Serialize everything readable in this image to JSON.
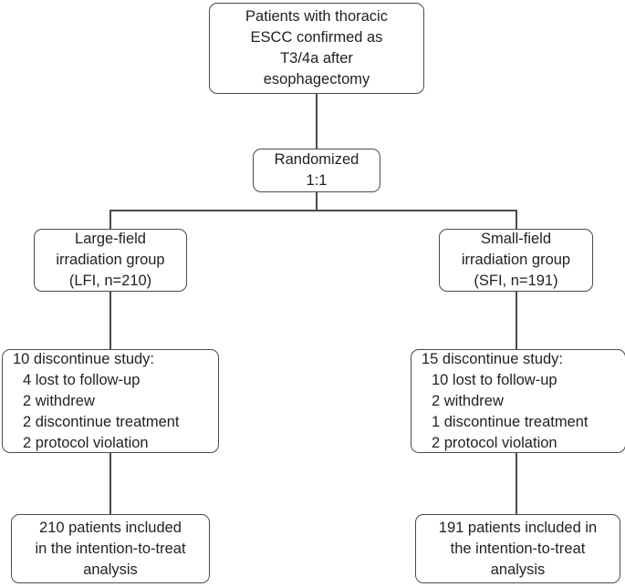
{
  "chart_data": {
    "type": "diagram",
    "title": "CONSORT patient flow diagram",
    "diagram_kind": "consort-flowchart",
    "nodes": [
      {
        "id": "enrollment",
        "lines": [
          "Patients with thoracic",
          "ESCC confirmed as",
          "T3/4a after",
          "esophagectomy"
        ]
      },
      {
        "id": "randomization",
        "lines": [
          "Randomized",
          "1:1"
        ]
      },
      {
        "id": "lfi-group",
        "lines": [
          "Large-field",
          "irradiation group",
          "(LFI, n=210)"
        ]
      },
      {
        "id": "sfi-group",
        "lines": [
          "Small-field",
          "irradiation group",
          "(SFI, n=191)"
        ]
      },
      {
        "id": "lfi-discontinue",
        "lines": [
          "10 discontinue study:",
          "4 lost to follow-up",
          "2 withdrew",
          "2 discontinue treatment",
          "2 protocol violation"
        ]
      },
      {
        "id": "sfi-discontinue",
        "lines": [
          "15 discontinue study:",
          "10 lost to follow-up",
          "2 withdrew",
          "1 discontinue treatment",
          "2 protocol violation"
        ]
      },
      {
        "id": "lfi-analysis",
        "lines": [
          "210 patients included",
          "in the intention-to-treat",
          "analysis"
        ]
      },
      {
        "id": "sfi-analysis",
        "lines": [
          "191 patients included in",
          "the intention-to-treat",
          "analysis"
        ]
      }
    ],
    "counts": {
      "lfi_randomized": 210,
      "sfi_randomized": 191,
      "lfi_discontinued": 10,
      "sfi_discontinued": 15,
      "lfi_analyzed": 210,
      "sfi_analyzed": 191
    },
    "allocation_ratio": "1:1"
  },
  "enrollment": {
    "line1": "Patients with thoracic",
    "line2": "ESCC confirmed as",
    "line3": "T3/4a after",
    "line4": "esophagectomy"
  },
  "randomization": {
    "line1": "Randomized",
    "line2": "1:1"
  },
  "lfi_group": {
    "line1": "Large-field",
    "line2": "irradiation group",
    "line3": "(LFI, n=210)"
  },
  "sfi_group": {
    "line1": "Small-field",
    "line2": "irradiation group",
    "line3": "(SFI, n=191)"
  },
  "lfi_discontinue": {
    "line1": "10 discontinue study:",
    "line2": "4 lost to follow-up",
    "line3": "2 withdrew",
    "line4": "2 discontinue treatment",
    "line5": "2 protocol violation"
  },
  "sfi_discontinue": {
    "line1": "15 discontinue study:",
    "line2": "10 lost to follow-up",
    "line3": "2 withdrew",
    "line4": "1 discontinue treatment",
    "line5": "2 protocol violation"
  },
  "lfi_analysis": {
    "line1": "210 patients included",
    "line2": "in the intention-to-treat",
    "line3": "analysis"
  },
  "sfi_analysis": {
    "line1": "191 patients included in",
    "line2": "the intention-to-treat",
    "line3": "analysis"
  },
  "colors": {
    "stroke": "#4a4a4a",
    "text": "#231f20",
    "background": "#ffffff"
  }
}
